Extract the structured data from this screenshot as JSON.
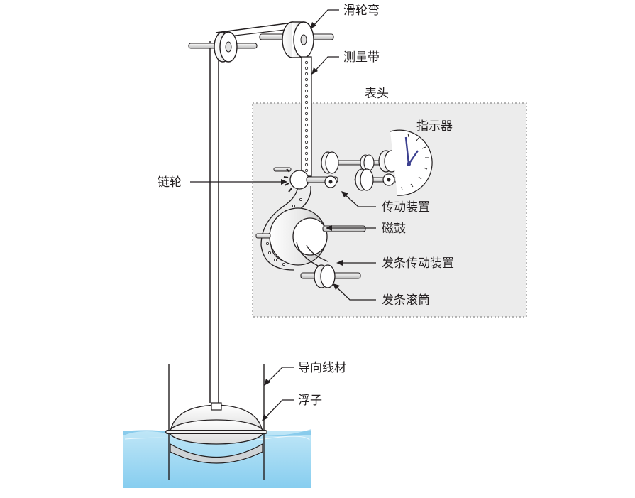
{
  "labels": {
    "pulley_bend": "滑轮弯",
    "measuring_tape": "测量带",
    "meter_head": "表头",
    "indicator": "指示器",
    "sprocket": "链轮",
    "transmission": "传动装置",
    "magnetic_drum": "磁鼓",
    "spring_transmission": "发条传动装置",
    "spring_drum": "发条滚筒",
    "guide_wire": "导向线材",
    "float": "浮子"
  },
  "colors": {
    "line": "#231f20",
    "panel_fill": "#ececec",
    "panel_border": "#8a8a8a",
    "water_top": "#bfe6f7",
    "water_bottom": "#86cdef",
    "dial_hand": "#3b3f8f"
  }
}
